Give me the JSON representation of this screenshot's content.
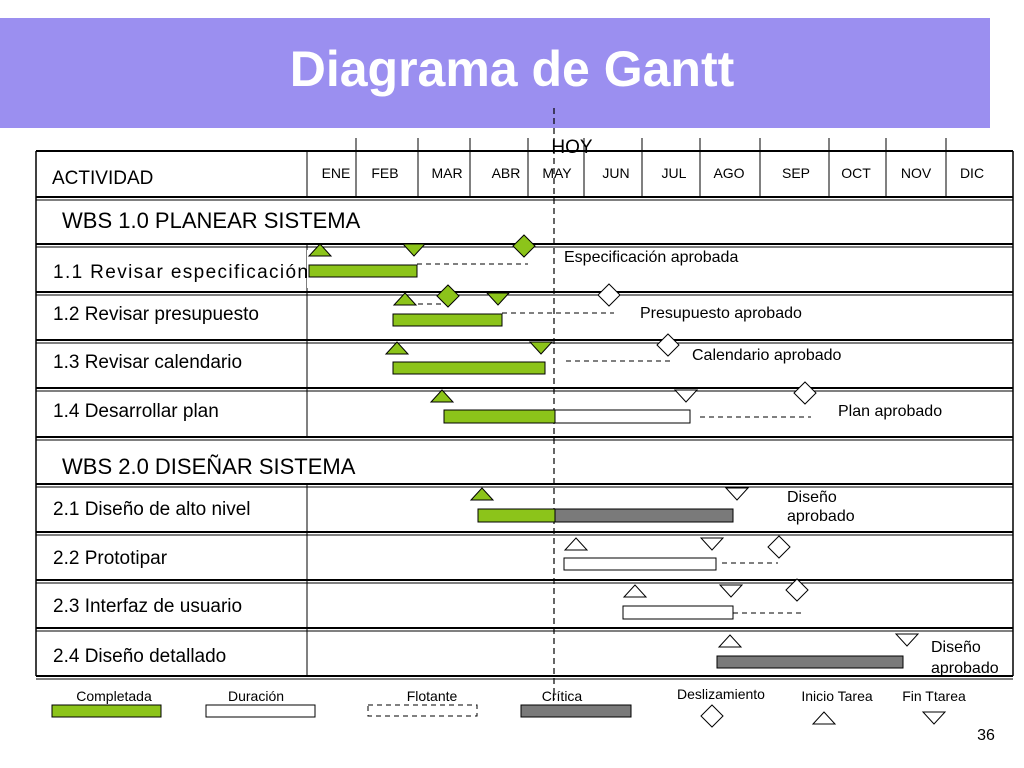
{
  "title": "Diagrama de Gantt",
  "today_label": "HOY",
  "header_label": "ACTIVIDAD",
  "months": [
    "ENE",
    "FEB",
    "MAR",
    "ABR",
    "MAY",
    "JUN",
    "JUL",
    "AGO",
    "SEP",
    "OCT",
    "NOV",
    "DIC"
  ],
  "sections": [
    {
      "label": "WBS 1.0  PLANEAR SISTEMA"
    },
    {
      "label": "WBS 2.0  DISEÑAR SISTEMA"
    }
  ],
  "tasks": [
    {
      "label": "1.1 Revisar especificación",
      "note": "Especificación aprobada"
    },
    {
      "label": "1.2 Revisar presupuesto",
      "note": "Presupuesto aprobado"
    },
    {
      "label": "1.3 Revisar calendario",
      "note": "Calendario aprobado"
    },
    {
      "label": "1.4 Desarrollar plan",
      "note": "Plan aprobado"
    },
    {
      "label": "2.1 Diseño de alto nivel",
      "note": "Diseño aprobado"
    },
    {
      "label": "2.2 Prototipar",
      "note": ""
    },
    {
      "label": "2.3 Interfaz de usuario",
      "note": ""
    },
    {
      "label": "2.4 Diseño detallado",
      "note": "Diseño aprobado"
    }
  ],
  "legend": {
    "completed": "Completada",
    "duration": "Duración",
    "float": "Flotante",
    "critical": "Crítica",
    "slip": "Deslizamiento",
    "task_start": "Inicio Tarea",
    "task_end": "Fin Ttarea"
  },
  "page_number": "36",
  "colors": {
    "title_bg": "#9b8ff0",
    "completed": "#8cc41a",
    "critical": "#7a7a7a",
    "duration": "#ffffff",
    "line": "#000000"
  }
}
